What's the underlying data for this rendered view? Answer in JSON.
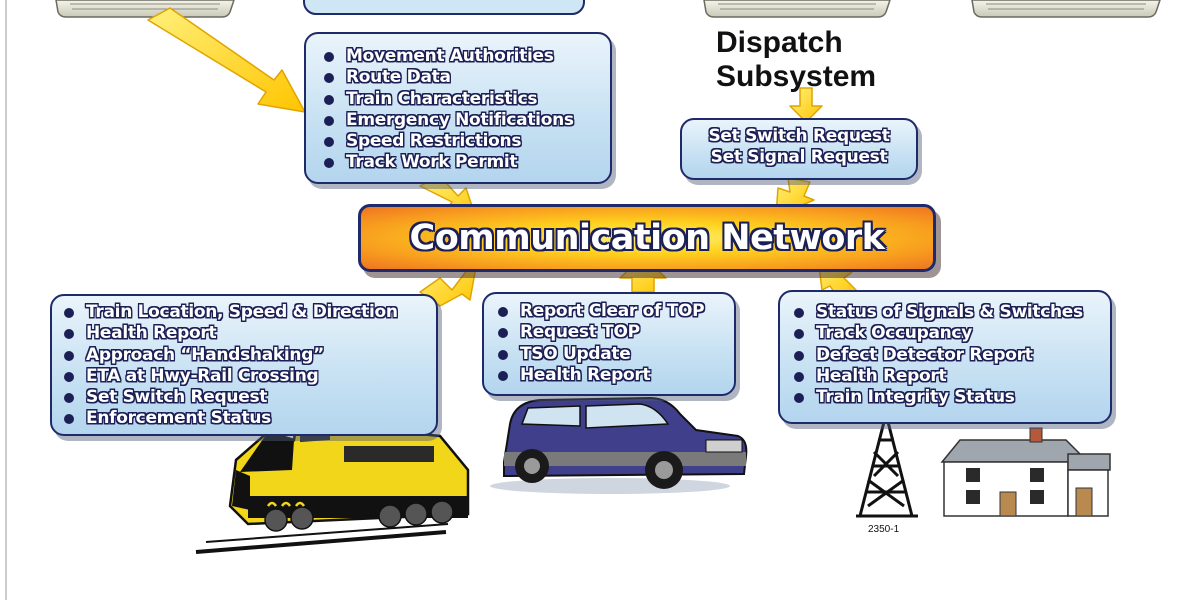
{
  "network": {
    "label": "Communication Network"
  },
  "dispatch": {
    "title_line1": "Dispatch",
    "title_line2": "Subsystem"
  },
  "boxes": {
    "top_left": {
      "items": [
        "Movement Authorities",
        "Route Data",
        "Train Characteristics",
        "Emergency Notifications",
        "Speed Restrictions",
        "Track Work Permit"
      ]
    },
    "dispatch_requests": {
      "items": [
        "Set Switch Request",
        "Set Signal Request"
      ]
    },
    "locomotive": {
      "items": [
        "Train Location, Speed & Direction",
        "Health Report",
        "Approach “Handshaking”",
        "ETA at Hwy-Rail Crossing",
        "Set Switch Request",
        "Enforcement Status"
      ]
    },
    "vehicle": {
      "items": [
        "Report Clear of TOP",
        "Request TOP",
        "TSO Update",
        "Health Report"
      ]
    },
    "wayside": {
      "items": [
        "Status of Signals & Switches",
        "Track Occupancy",
        "Defect Detector Report",
        "Health Report",
        "Train Integrity Status"
      ]
    }
  },
  "figure_code": "2350-1",
  "colors": {
    "arrow_fill": "#ffd21e",
    "arrow_stroke": "#e0a400",
    "box_border": "#1f2a6b",
    "text_outline": "#1b1f55"
  },
  "icons": [
    "keyboard-icon",
    "locomotive-icon",
    "suv-icon",
    "radio-tower-icon",
    "wayside-building-icon"
  ]
}
